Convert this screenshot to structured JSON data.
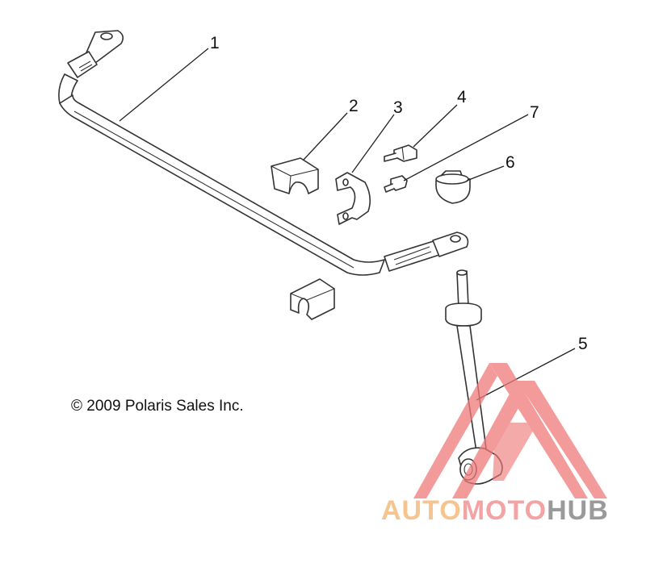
{
  "diagram": {
    "copyright": "© 2009 Polaris Sales Inc.",
    "callouts": [
      {
        "id": "1",
        "label": "1"
      },
      {
        "id": "2",
        "label": "2"
      },
      {
        "id": "3",
        "label": "3"
      },
      {
        "id": "4",
        "label": "4"
      },
      {
        "id": "5",
        "label": "5"
      },
      {
        "id": "6",
        "label": "6"
      },
      {
        "id": "7",
        "label": "7"
      }
    ]
  },
  "watermark": {
    "part1": "AUTO",
    "part2": "MOTO",
    "part3": "HUB",
    "colors": {
      "part1": "#f6c58f",
      "part2": "#f3a3a3",
      "part3": "#9a9a9a",
      "triangle": "#f07a7a"
    }
  }
}
